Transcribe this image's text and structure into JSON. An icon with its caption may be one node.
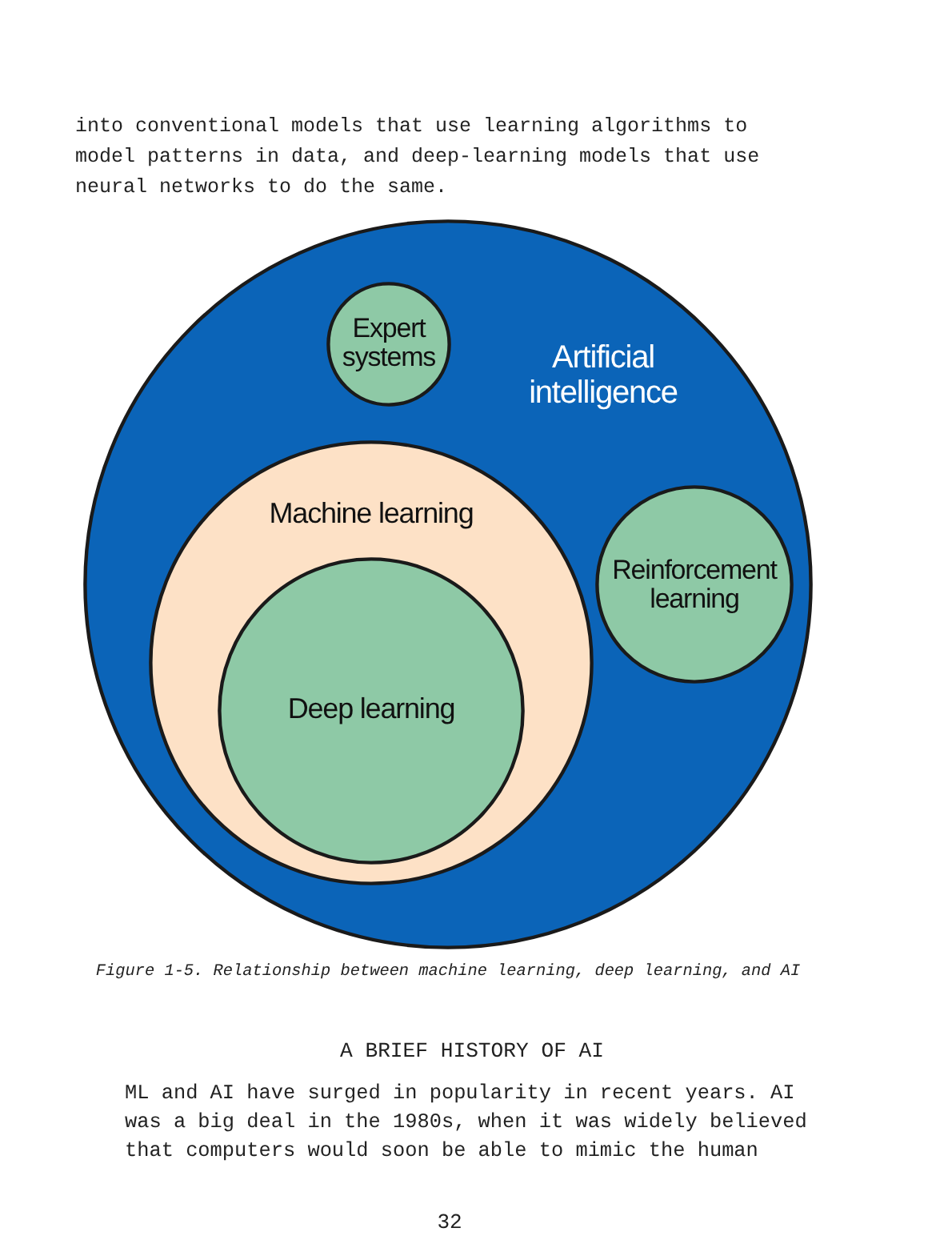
{
  "diagram": {
    "caption": "Figure 1-5. Relationship between machine learning, deep learning, and AI",
    "nodes": [
      {
        "text": [
          "Artificial intelligence"
        ]
      },
      {
        "text": [
          "Expert systems"
        ],
        "in": 0
      },
      {
        "text": [
          "Machine learning"
        ],
        "in": 0
      },
      {
        "text": [
          "Reinforcement learning"
        ],
        "in": 0
      },
      {
        "text": [
          "Deep learning"
        ],
        "in": 2
      }
    ],
    "labels": [
      "into conventional models that use learning algorithms to model patterns in data, and deep-learning models that use neural networks to do the same.",
      "A BRIEF HISTORY OF AI",
      "ML and AI have surged in popularity in recent years. AI was a big deal in the 1980s, when it was widely believed that computers would soon be able to mimic the human",
      "32"
    ]
  }
}
